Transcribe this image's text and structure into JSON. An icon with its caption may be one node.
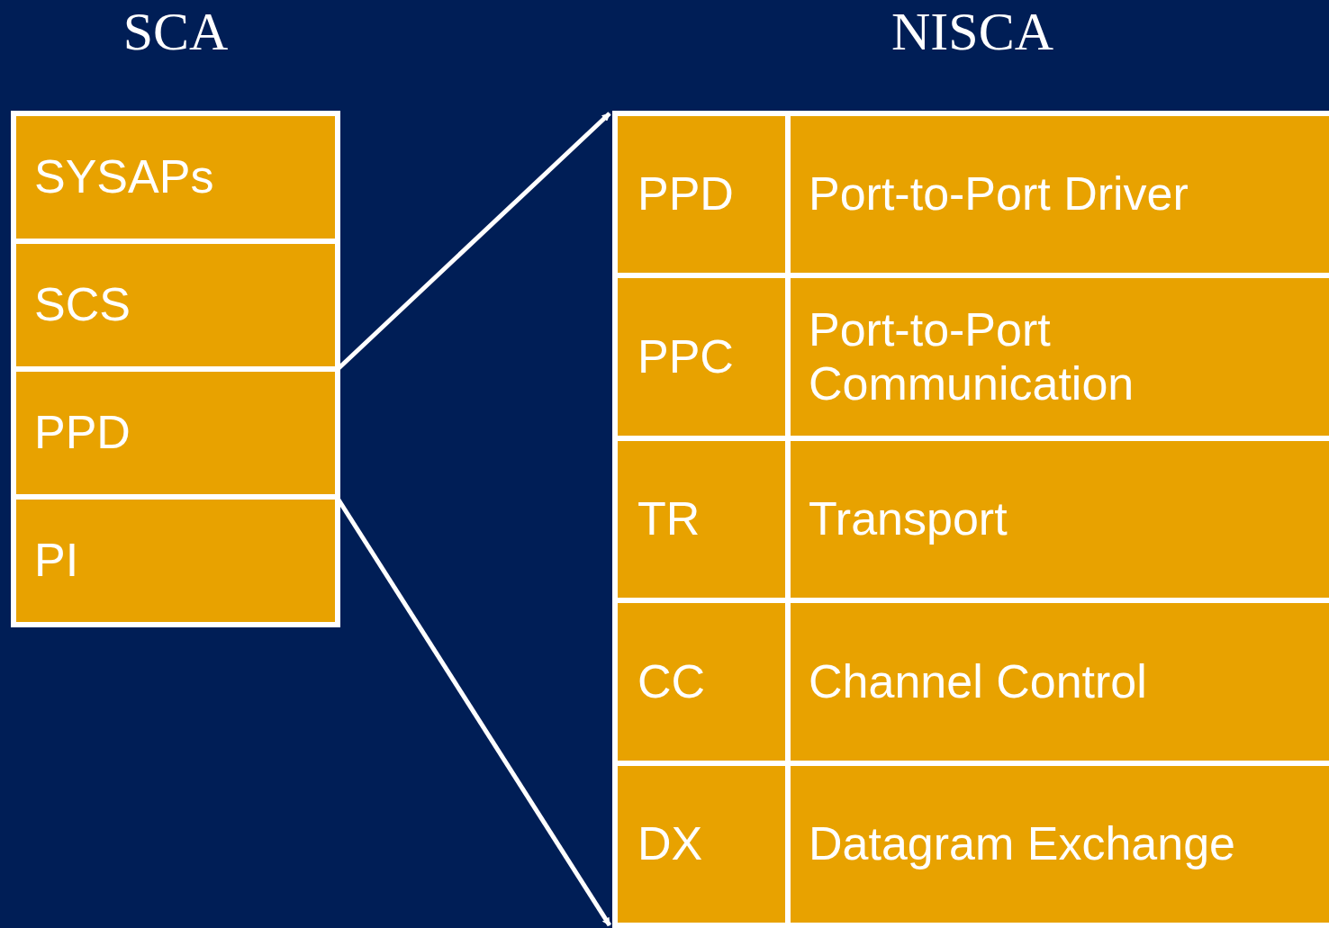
{
  "diagram": {
    "nodes": [
      {
        "text": [
          "SCA"
        ]
      },
      {
        "text": [
          "SYSAPs"
        ],
        "in": 0
      },
      {
        "text": [
          "SCS"
        ],
        "in": 0
      },
      {
        "text": [
          "PPD"
        ],
        "in": 0
      },
      {
        "text": [
          "PI"
        ],
        "in": 0
      },
      {
        "text": [
          "NISCA"
        ]
      },
      {
        "text": [
          "PPD",
          "Port-to-Port Driver"
        ],
        "in": 5
      },
      {
        "text": [
          "PPC",
          "Port-to-Port Communication"
        ],
        "in": 5
      },
      {
        "text": [
          "TR",
          "Transport"
        ],
        "in": 5
      },
      {
        "text": [
          "CC",
          "Channel Control"
        ],
        "in": 5
      },
      {
        "text": [
          "DX",
          "Datagram Exchange"
        ],
        "in": 5
      }
    ],
    "edges": [
      {
        "from": 3,
        "to": 5,
        "arrow": "to"
      },
      {
        "from": 3,
        "to": 5,
        "arrow": "to"
      }
    ]
  }
}
